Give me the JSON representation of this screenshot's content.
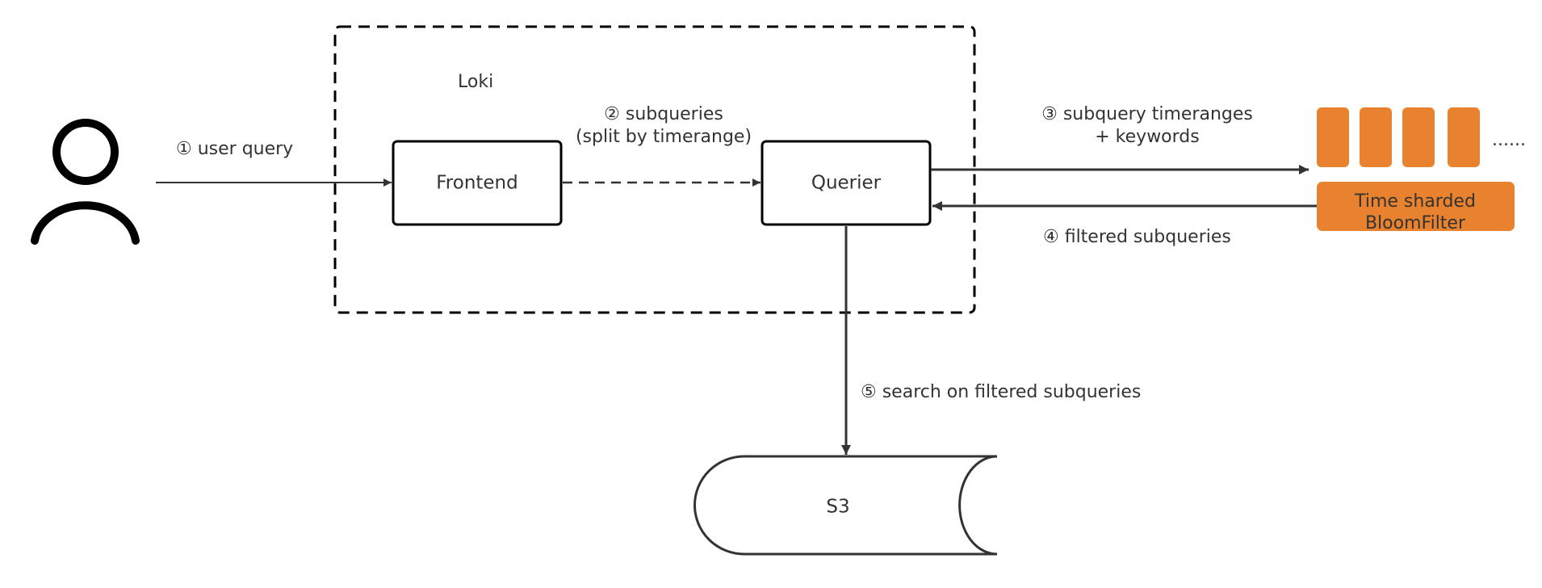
{
  "colors": {
    "bloom_filter": "#E8822E",
    "line": "#333333",
    "box_border": "#000000",
    "background": "#ffffff"
  },
  "icons": {
    "user": "user-icon",
    "storage": "cylinder-icon"
  },
  "group": {
    "label": "Loki"
  },
  "nodes": {
    "frontend": "Frontend",
    "querier": "Querier",
    "s3": "S3"
  },
  "bloom_filter": {
    "label_line1": "Time sharded",
    "label_line2": "BloomFilter",
    "ellipsis": "......"
  },
  "steps": {
    "user_query": "① user query",
    "subqueries_line1": "② subqueries",
    "subqueries_line2": "(split by timerange)",
    "timeranges_line1": "③ subquery timeranges",
    "timeranges_line2": "+ keywords",
    "filtered": "④ filtered subqueries",
    "search": "⑤ search on filtered subqueries"
  }
}
